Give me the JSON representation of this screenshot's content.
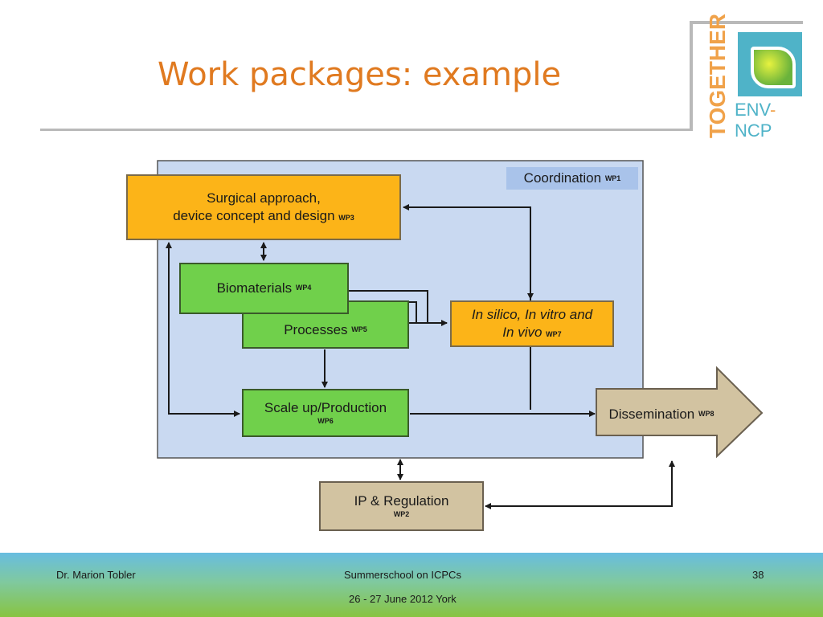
{
  "slide": {
    "title": "Work packages: example"
  },
  "logo": {
    "vertical_text": "TOGETHER",
    "sub_text_left": "ENV",
    "sub_text_dash": "-",
    "sub_text_right": "NCP"
  },
  "diagram": {
    "coordination": {
      "label": "Coordination",
      "wp": "WP1"
    },
    "surgical": {
      "line1": "Surgical approach,",
      "line2": "device concept and design",
      "wp": "WP3"
    },
    "biomaterials": {
      "label": "Biomaterials",
      "wp": "WP4"
    },
    "processes": {
      "label": "Processes",
      "wp": "WP5"
    },
    "insilico": {
      "line1": "In silico, In vitro and",
      "line2": "In vivo",
      "wp": "WP7"
    },
    "scaleup": {
      "label": "Scale up/Production",
      "wp": "WP6"
    },
    "dissemination": {
      "label": "Dissemination",
      "wp": "WP8"
    },
    "ip": {
      "label": "IP & Regulation",
      "wp": "WP2"
    }
  },
  "footer": {
    "author": "Dr. Marion Tobler",
    "event": "Summerschool on ICPCs",
    "date": "26 - 27 June 2012 York",
    "page_number": "38"
  }
}
